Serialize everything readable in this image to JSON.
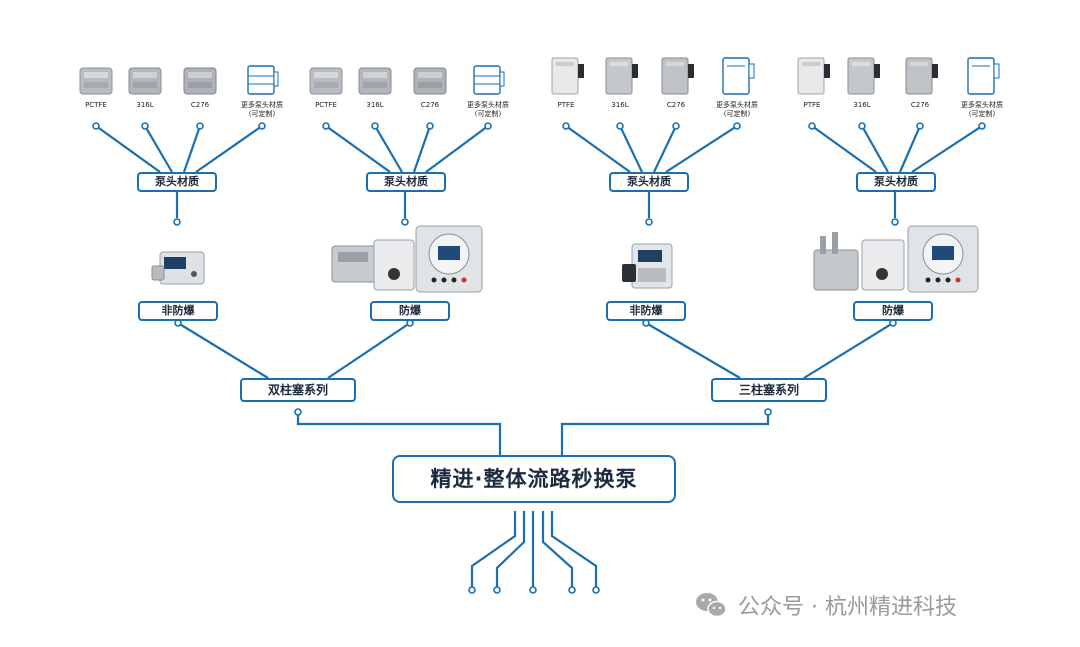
{
  "title": "精进·整体流路秒换泵",
  "series": [
    {
      "name": "双柱塞系列",
      "branches": [
        {
          "name": "非防爆",
          "material_group": "泵头材质",
          "materials": [
            "PCTFE",
            "316L",
            "C276",
            "更多泵头材质\n(可定制)"
          ]
        },
        {
          "name": "防爆",
          "material_group": "泵头材质",
          "materials": [
            "PCTFE",
            "316L",
            "C276",
            "更多泵头材质\n(可定制)"
          ]
        }
      ]
    },
    {
      "name": "三柱塞系列",
      "branches": [
        {
          "name": "非防爆",
          "material_group": "泵头材质",
          "materials": [
            "PTFE",
            "316L",
            "C276",
            "更多泵头材质\n(可定制)"
          ]
        },
        {
          "name": "防爆",
          "material_group": "泵头材质",
          "materials": [
            "PTFE",
            "316L",
            "C276",
            "更多泵头材质\n(可定制)"
          ]
        }
      ]
    }
  ],
  "footer": {
    "text": "公众号 · 杭州精进科技",
    "icon": "wechat-icon"
  },
  "colors": {
    "line": "#1a6fb0",
    "text": "#1d2a3a",
    "footer": "#9a9a9a"
  }
}
